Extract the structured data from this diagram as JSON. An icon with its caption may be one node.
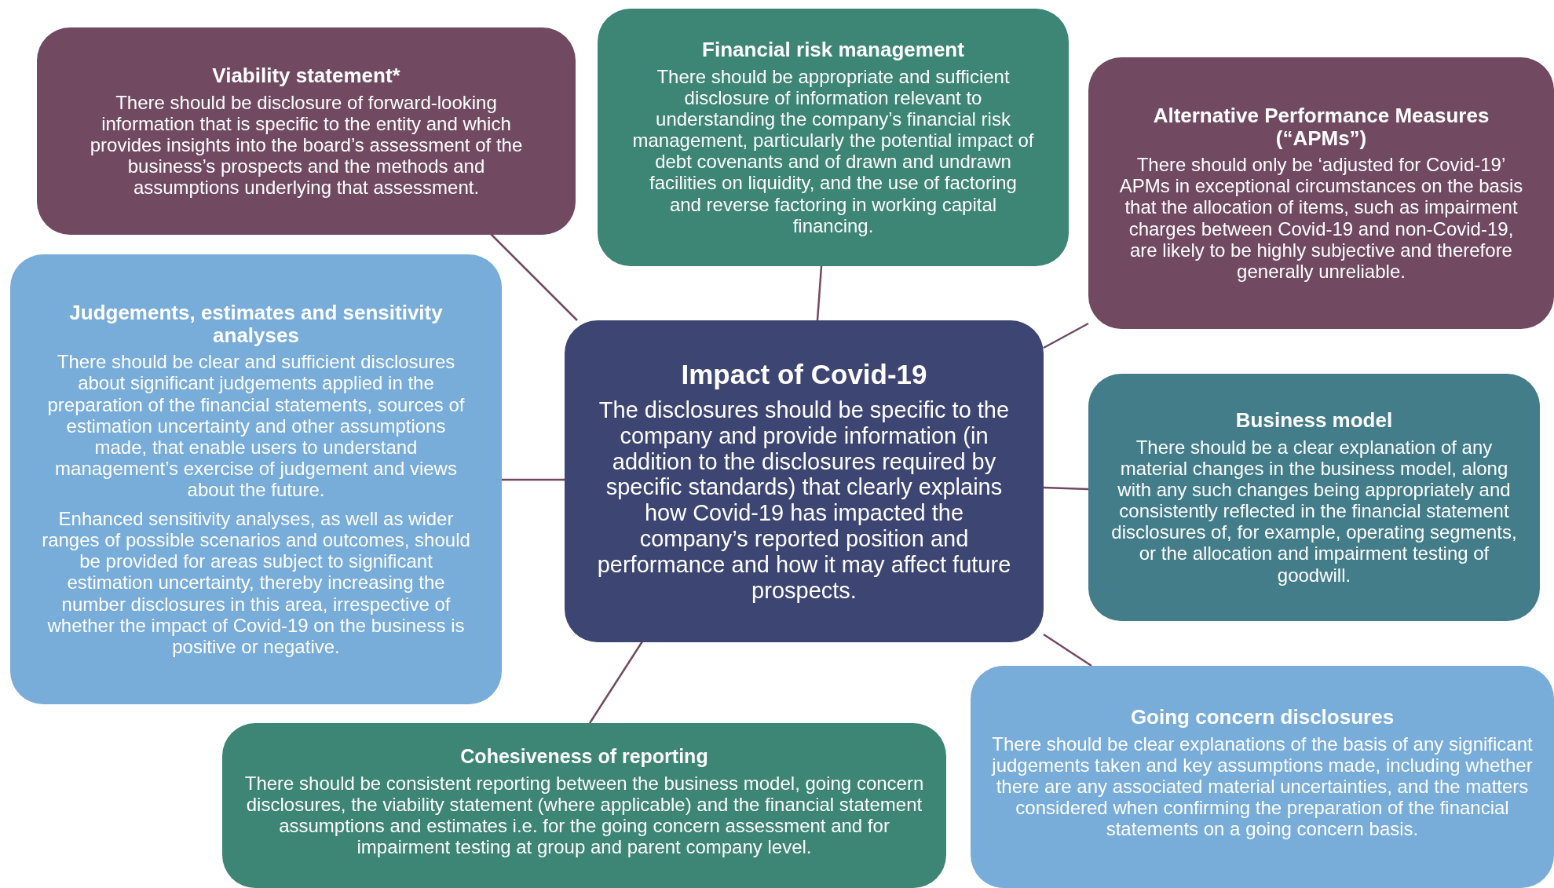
{
  "diagram": {
    "nodes": [
      {
        "text": [
          "Impact of Covid-19",
          "The disclosures should be specific to the company and provide information (in addition to the disclosures required by specific standards) that clearly explains how Covid-19 has impacted the company’s reported position and performance and how it may affect future prospects."
        ]
      },
      {
        "text": [
          "Viability statement*",
          "There should be disclosure of forward-looking information that is specific to the entity and which provides insights into the board’s assessment of the business’s prospects and the methods and assumptions underlying that assessment."
        ]
      },
      {
        "text": [
          "Financial risk management",
          "There should be appropriate and sufficient disclosure of information relevant to understanding the company’s financial risk management, particularly the potential impact of debt covenants and of drawn and undrawn facilities on liquidity, and the use of factoring and reverse factoring in working capital financing."
        ]
      },
      {
        "text": [
          "Alternative Performance Measures (“APMs”)",
          "There should only be ‘adjusted for Covid-19’ APMs in exceptional circumstances on the basis that the allocation of items, such as impairment charges between Covid-19 and non-Covid-19, are likely to be highly subjective and therefore generally unreliable."
        ]
      },
      {
        "text": [
          "Judgements, estimates and sensitivity analyses",
          "There should be clear and sufficient disclosures about significant judgements applied in the preparation of the financial statements, sources of estimation uncertainty and other assumptions made, that enable users to understand management’s exercise of judgement and views about the future.",
          "Enhanced sensitivity analyses, as well as wider ranges of possible scenarios and outcomes, should be provided for areas subject to significant estimation uncertainty, thereby increasing the number disclosures in this area, irrespective of whether the impact of Covid-19 on the business is positive or negative."
        ]
      },
      {
        "text": [
          "Business model",
          "There should be a clear explanation of any material changes in the business model, along with any such changes being appropriately and consistently reflected in the financial statement disclosures of, for example, operating segments, or the allocation and impairment testing of goodwill."
        ]
      },
      {
        "text": [
          "Going concern disclosures",
          "There should be clear explanations of the basis of any significant judgements taken and key assumptions made, including whether there are any associated material uncertainties, and the matters considered when confirming the preparation of the financial statements on a going concern basis."
        ]
      },
      {
        "text": [
          "Cohesiveness of reporting",
          "There should be consistent reporting between the business model, going concern disclosures, the viability statement (where applicable) and the financial statement assumptions and estimates i.e. for the going concern assessment and for impairment testing at group and parent company level."
        ]
      }
    ],
    "edges": [
      {
        "from": 0,
        "to": 1,
        "arrow": "none"
      },
      {
        "from": 0,
        "to": 2,
        "arrow": "none"
      },
      {
        "from": 0,
        "to": 3,
        "arrow": "none"
      },
      {
        "from": 0,
        "to": 4,
        "arrow": "none"
      },
      {
        "from": 0,
        "to": 5,
        "arrow": "none"
      },
      {
        "from": 0,
        "to": 6,
        "arrow": "none"
      },
      {
        "from": 0,
        "to": 7,
        "arrow": "none"
      }
    ]
  }
}
